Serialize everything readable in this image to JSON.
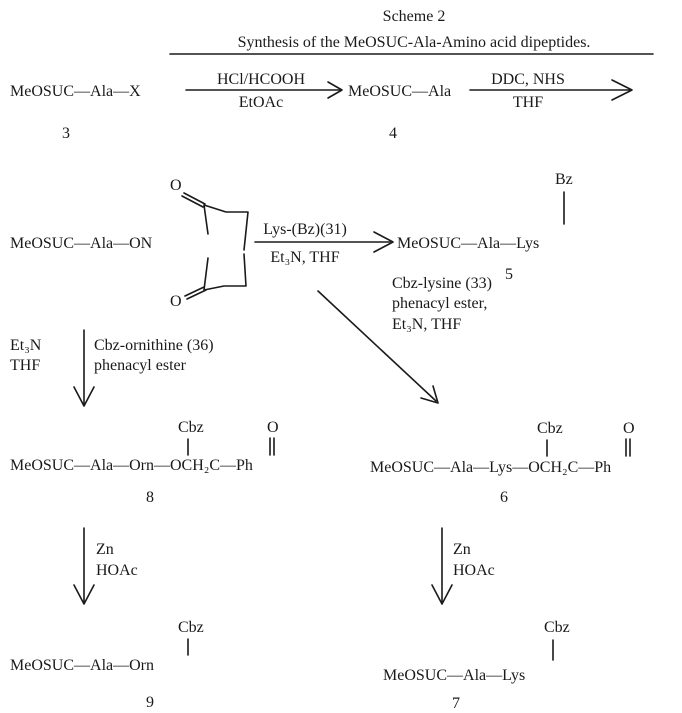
{
  "header": {
    "title": "Scheme 2",
    "subtitle": "Synthesis of the MeOSUC-Ala-Amino acid dipeptides."
  },
  "row1": {
    "left_formula": "MeOSUC—Ala—X",
    "left_number": "3",
    "arrow1_top": "HCl/HCOOH",
    "arrow1_bottom": "EtOAc",
    "middle_formula": "MeOSUC—Ala",
    "middle_number": "4",
    "arrow2_top": "DDC, NHS",
    "arrow2_bottom": "THF"
  },
  "row2": {
    "ester_formula": "MeOSUC—Ala—ON",
    "carbonyl_o": "O",
    "arrow_top": "Lys-(Bz)(31)",
    "arrow_bottom": "Et₃N, THF",
    "product_formula": "MeOSUC—Ala—Lys",
    "product_sub": "Bz",
    "product_number": "5"
  },
  "left_branch": {
    "reagent_left_1": "Et₃N",
    "reagent_left_2": "THF",
    "reagent_right_1": "Cbz-ornithine (36)",
    "reagent_right_2": "phenacyl ester",
    "product_formula": "MeOSUC—Ala—Orn—OCH₂C—Ph",
    "product_sub": "Cbz",
    "product_o": "O",
    "product_number": "8",
    "step2_reagent_1": "Zn",
    "step2_reagent_2": "HOAc",
    "final_formula": "MeOSUC—Ala—Orn",
    "final_sub": "Cbz",
    "final_number": "9"
  },
  "right_branch": {
    "reagent_1": "Cbz-lysine (33)",
    "reagent_2": "phenacyl ester,",
    "reagent_3": "Et₃N, THF",
    "product_formula": "MeOSUC—Ala—Lys—OCH₂C—Ph",
    "product_sub": "Cbz",
    "product_o": "O",
    "product_number": "6",
    "step2_reagent_1": "Zn",
    "step2_reagent_2": "HOAc",
    "final_formula": "MeOSUC—Ala—Lys",
    "final_sub": "Cbz",
    "final_number": "7"
  }
}
